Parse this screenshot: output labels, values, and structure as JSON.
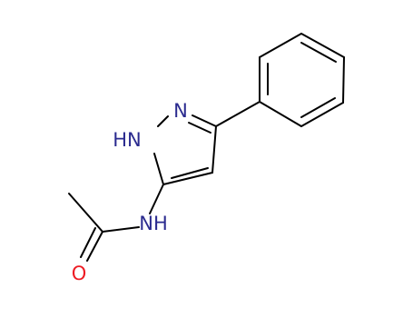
{
  "molecule": {
    "atoms": {
      "n_pyrazole": {
        "label": "N"
      },
      "nh_pyrazole": {
        "label": "HN"
      },
      "nh_amide": {
        "label": "NH"
      },
      "o_carbonyl": {
        "label": "O"
      }
    }
  },
  "colors": {
    "nitrogen": "#2b2b8f",
    "oxygen": "#ee1c24",
    "bond": "#000000",
    "background": "#ffffff"
  }
}
